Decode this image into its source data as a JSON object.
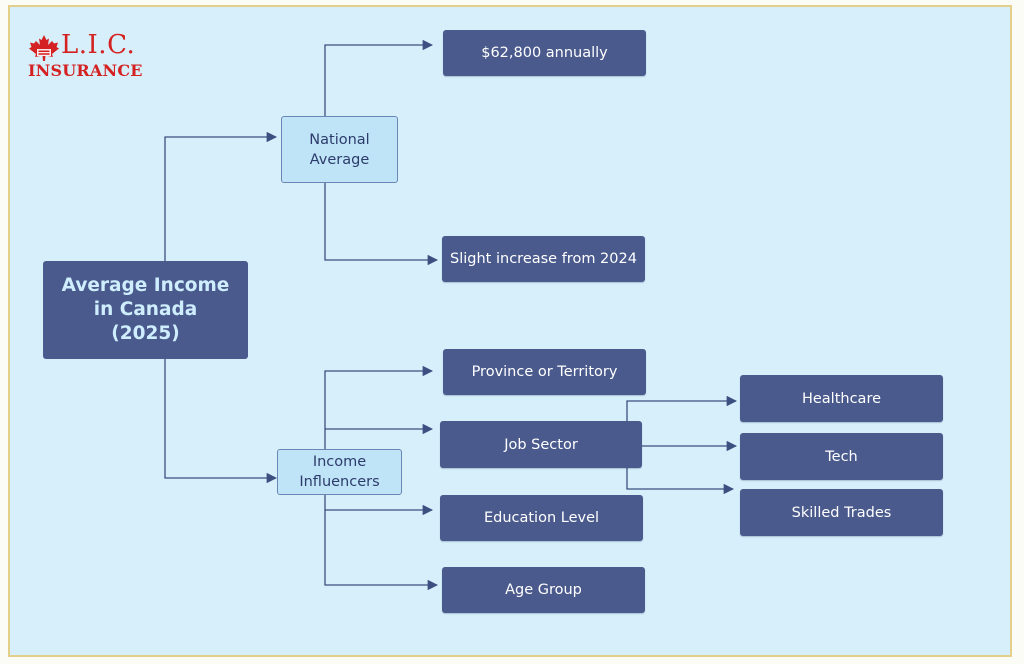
{
  "logo": {
    "mark": "L.I.C.",
    "subtitle": "INSURANCE",
    "icon": "maple-leaf-icon"
  },
  "root": {
    "label": "Average Income\nin Canada\n(2025)"
  },
  "branches": [
    {
      "label": "National\nAverage",
      "children": [
        {
          "label": "$62,800 annually"
        },
        {
          "label": "Slight increase from 2024"
        }
      ]
    },
    {
      "label": "Income\nInfluencers",
      "children": [
        {
          "label": "Province or Territory"
        },
        {
          "label": "Job Sector",
          "children": [
            {
              "label": "Healthcare"
            },
            {
              "label": "Tech"
            },
            {
              "label": "Skilled Trades"
            }
          ]
        },
        {
          "label": "Education Level"
        },
        {
          "label": "Age Group"
        }
      ]
    }
  ],
  "colors": {
    "background": "#d6effb",
    "border": "#e4cf8a",
    "node_dark": "#4a5a8d",
    "node_light": "#bfe4f7",
    "connector": "#3b4f80",
    "logo_red": "#d42121"
  }
}
